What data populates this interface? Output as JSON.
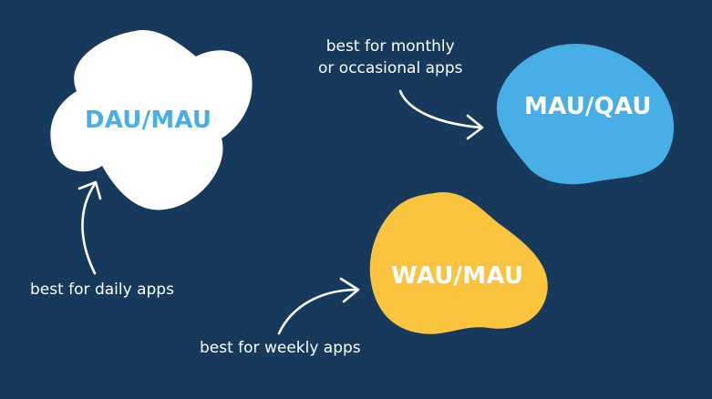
{
  "colors": {
    "background": "#173a5c",
    "dau_blob": "#ffffff",
    "dau_text": "#47aee6",
    "mau_blob": "#47aee6",
    "mau_text": "#ffffff",
    "wau_blob": "#fbc43e",
    "wau_text": "#ffffff",
    "annotation": "#ffffff"
  },
  "blobs": {
    "dau": {
      "label": "DAU/MAU"
    },
    "mau": {
      "label": "MAU/QAU"
    },
    "wau": {
      "label": "WAU/MAU"
    }
  },
  "notes": {
    "daily": "best for daily apps",
    "monthly_line1": "best for monthly",
    "monthly_line2": "or occasional apps",
    "weekly": "best for weekly apps"
  },
  "icons": {
    "daily_arrow": "curved-arrow-up-icon",
    "monthly_arrow": "curved-arrow-right-icon",
    "weekly_arrow": "curved-arrow-up-right-icon"
  }
}
